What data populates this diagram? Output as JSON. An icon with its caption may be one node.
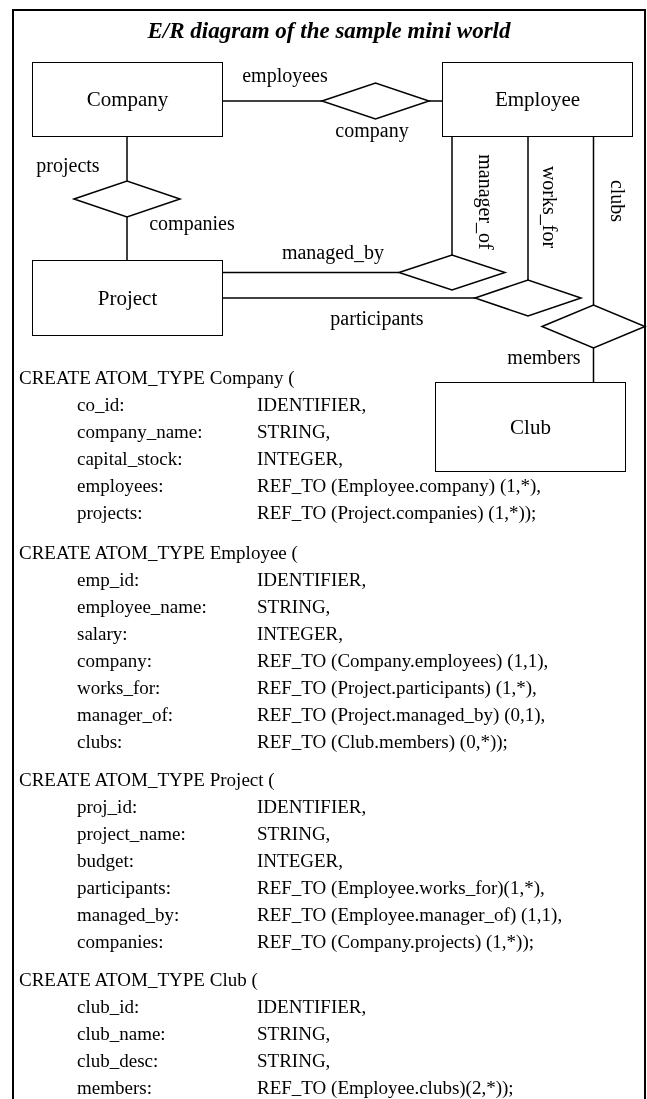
{
  "diagram": {
    "title": "E/R diagram of the sample mini world",
    "nodes": [
      {
        "text": [
          "Company"
        ]
      },
      {
        "text": [
          "Employee"
        ]
      },
      {
        "text": [
          "Project"
        ]
      },
      {
        "text": [
          "Club"
        ]
      },
      {
        "text": [],
        "shape": "diamond"
      },
      {
        "text": [],
        "shape": "diamond"
      },
      {
        "text": [],
        "shape": "diamond"
      },
      {
        "text": [],
        "shape": "diamond"
      },
      {
        "text": [],
        "shape": "diamond"
      }
    ],
    "edges": [
      {
        "from": 0,
        "to": 4,
        "arrow": "none",
        "label": "employees"
      },
      {
        "from": 4,
        "to": 1,
        "arrow": "none",
        "label": "company"
      },
      {
        "from": 0,
        "to": 5,
        "arrow": "none",
        "label": "projects"
      },
      {
        "from": 5,
        "to": 2,
        "arrow": "none",
        "label": "companies"
      },
      {
        "from": 2,
        "to": 6,
        "arrow": "none",
        "label": "managed_by"
      },
      {
        "from": 6,
        "to": 1,
        "arrow": "none",
        "label": "manager_of"
      },
      {
        "from": 2,
        "to": 7,
        "arrow": "none",
        "label": "participants"
      },
      {
        "from": 7,
        "to": 1,
        "arrow": "none",
        "label": "works_for"
      },
      {
        "from": 1,
        "to": 8,
        "arrow": "none",
        "label": "clubs"
      },
      {
        "from": 8,
        "to": 3,
        "arrow": "none",
        "label": "members"
      }
    ],
    "labels": [
      "CREATE ATOM_TYPE Company (",
      "co_id:",
      "IDENTIFIER,",
      "company_name:",
      "STRING,",
      "capital_stock:",
      "INTEGER,",
      "employees:",
      "REF_TO (Employee.company) (1,*),",
      "projects:",
      "REF_TO (Project.companies) (1,*));",
      "CREATE ATOM_TYPE Employee (",
      "emp_id:",
      "IDENTIFIER,",
      "employee_name:",
      "STRING,",
      "salary:",
      "INTEGER,",
      "company:",
      "REF_TO (Company.employees) (1,1),",
      "works_for:",
      "REF_TO (Project.participants) (1,*),",
      "manager_of:",
      "REF_TO (Project.managed_by) (0,1),",
      "clubs:",
      "REF_TO (Club.members) (0,*));",
      "CREATE ATOM_TYPE Project (",
      "proj_id:",
      "IDENTIFIER,",
      "project_name:",
      "STRING,",
      "budget:",
      "INTEGER,",
      "participants:",
      "REF_TO (Employee.works_for)(1,*),",
      "managed_by:",
      "REF_TO (Employee.manager_of) (1,1),",
      "companies:",
      "REF_TO (Company.projects) (1,*));",
      "CREATE ATOM_TYPE Club (",
      "club_id:",
      "IDENTIFIER,",
      "club_name:",
      "STRING,",
      "club_desc:",
      "STRING,",
      "members:",
      "REF_TO (Employee.clubs)(2,*));"
    ]
  }
}
